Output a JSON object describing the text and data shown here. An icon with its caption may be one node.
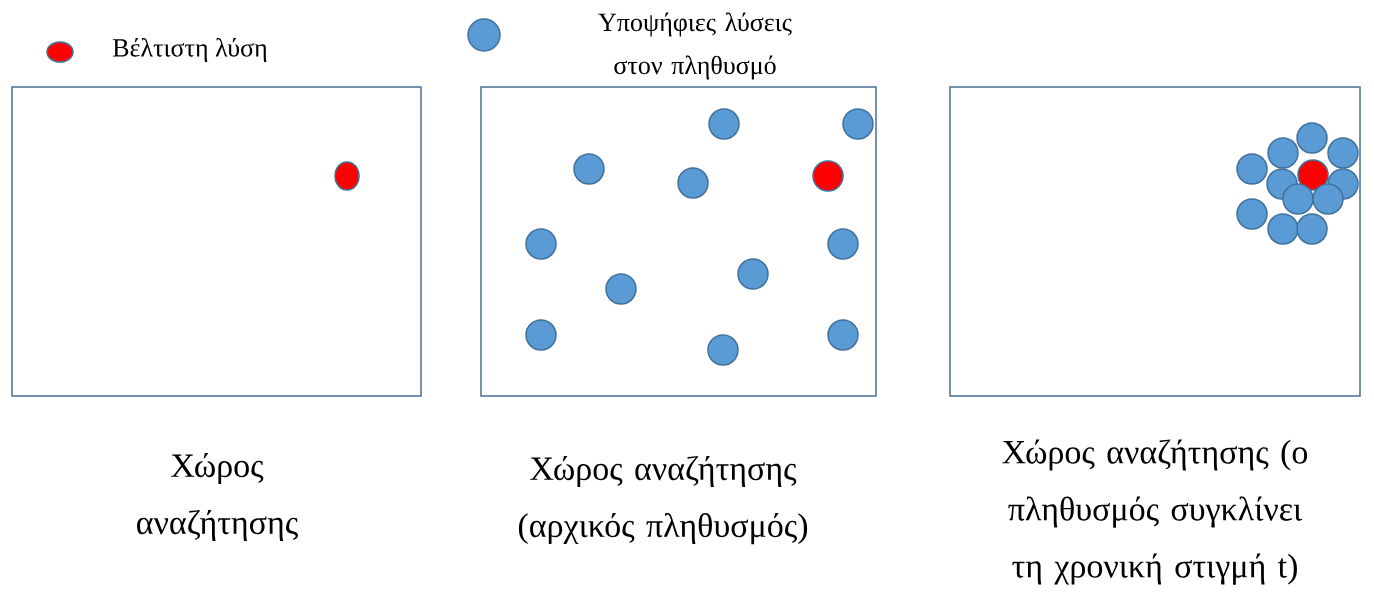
{
  "diagram": {
    "nodes": [
      {
        "text": [
          "Χώρος αναζήτησης"
        ]
      },
      {
        "text": [
          "Χώρος αναζήτησης (αρχικός πληθυσμός)"
        ]
      },
      {
        "text": [
          "Χώρος αναζήτησης (ο πληθυσμός συγκλίνει τη χρονική στιγμή t)"
        ]
      }
    ],
    "legend": [
      {
        "text": "Βέλτιστη λύση",
        "color": "#ff0000"
      },
      {
        "text": "Υποψήφιες λύσεις στον πληθυσμό",
        "color": "#5b9bd5"
      }
    ]
  }
}
